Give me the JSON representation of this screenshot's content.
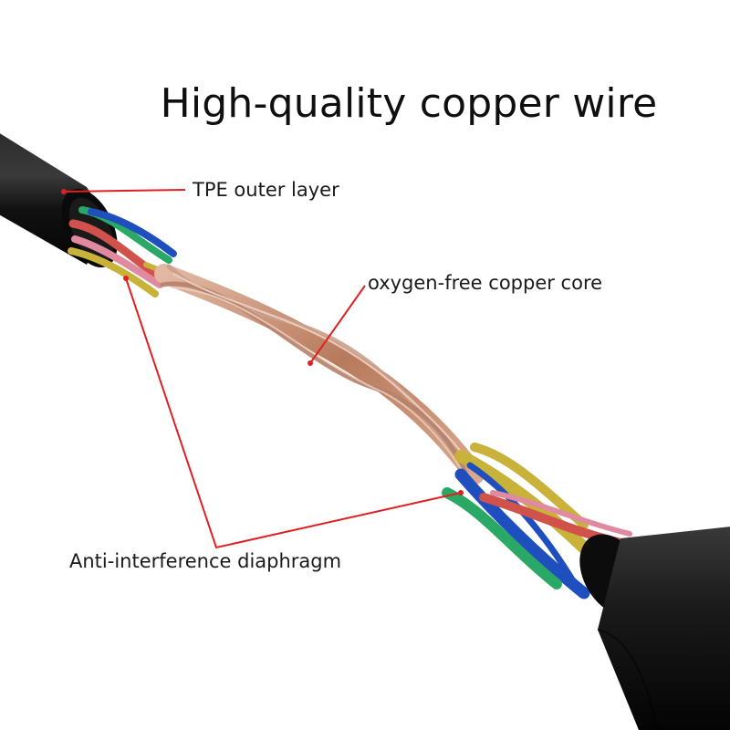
{
  "title": "High-quality copper wire",
  "labels": {
    "tpe": "TPE outer layer",
    "core": "oxygen-free copper core",
    "anti": "Anti-interference diaphragm"
  },
  "colors": {
    "leader": "#e02020",
    "jacket": "#111111",
    "copper": "#c98f72",
    "wire_blue": "#1f4fbf",
    "wire_green": "#2aa866",
    "wire_yellow": "#c9b23a",
    "wire_red": "#d1524a",
    "wire_pink": "#e08aa0"
  }
}
